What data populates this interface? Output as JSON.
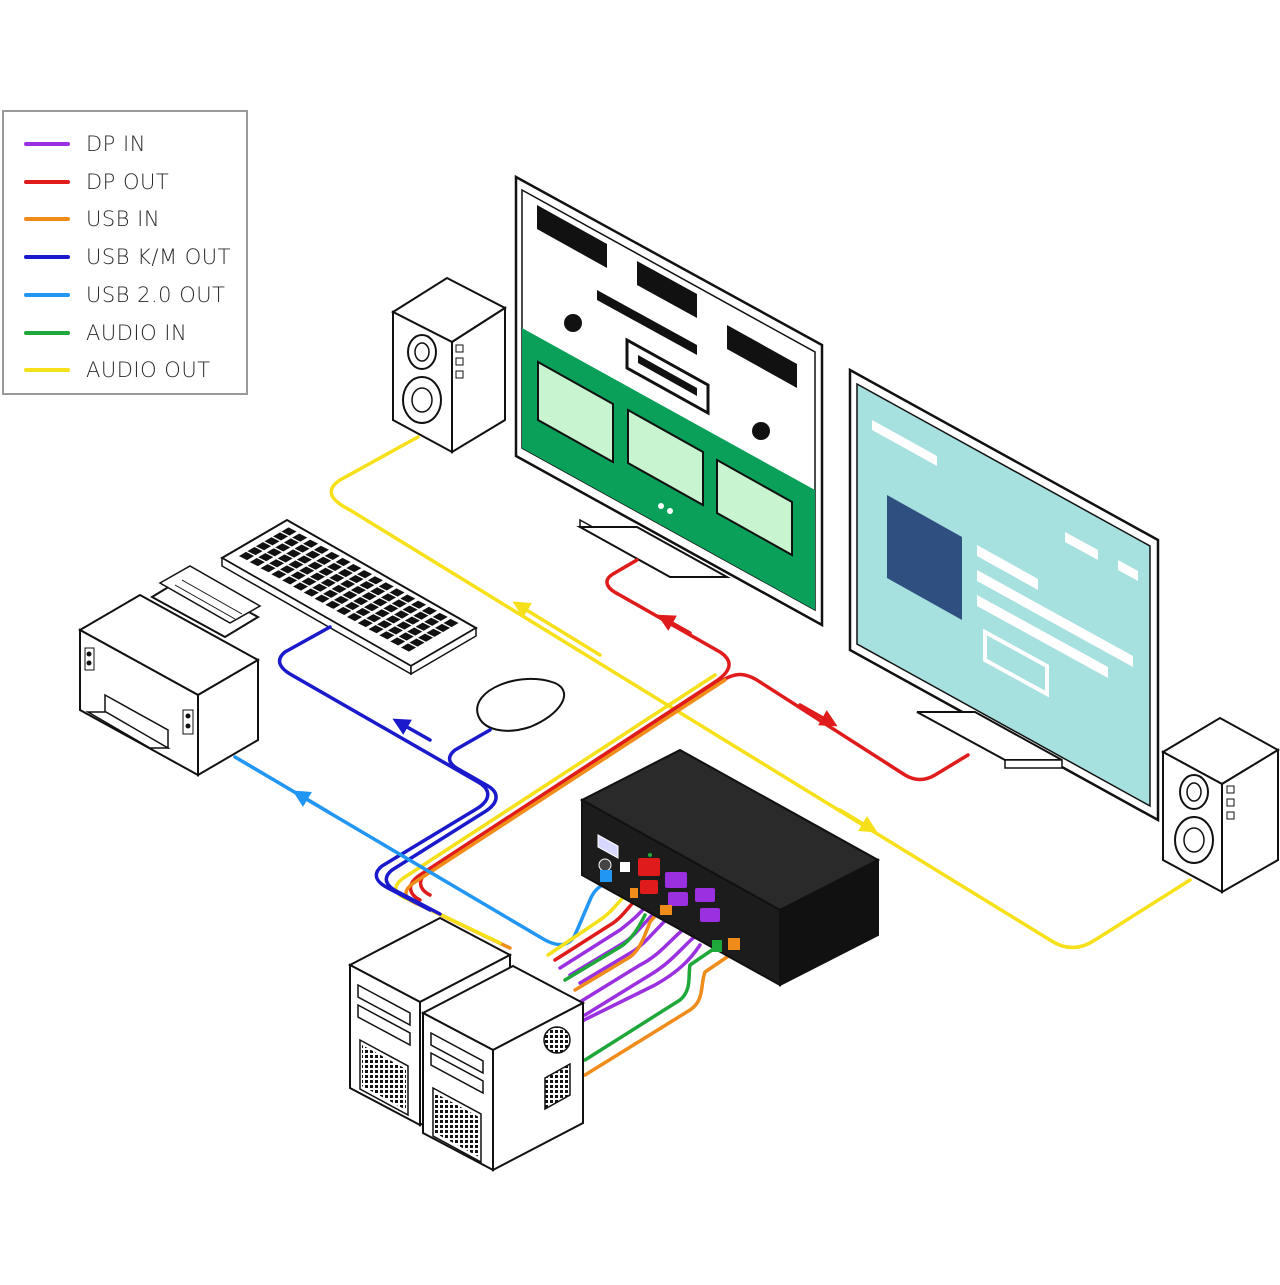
{
  "legend": {
    "items": [
      {
        "label": "DP IN",
        "color": "#9b30e0"
      },
      {
        "label": "DP OUT",
        "color": "#e01b1b"
      },
      {
        "label": "USB IN",
        "color": "#f08c1a"
      },
      {
        "label": "USB K/M OUT",
        "color": "#1a1acc"
      },
      {
        "label": "USB 2.0 OUT",
        "color": "#2196f3"
      },
      {
        "label": "AUDIO IN",
        "color": "#1fa83a"
      },
      {
        "label": "AUDIO OUT",
        "color": "#f5e01a"
      }
    ]
  },
  "colors": {
    "dp_in": "#9b30e0",
    "dp_out": "#e01b1b",
    "usb_in": "#f08c1a",
    "usb_km_out": "#1a1acc",
    "usb_20_out": "#2196f3",
    "audio_in": "#1fa83a",
    "audio_out": "#f5e01a",
    "kvm_body": "#1c1c1c",
    "screen_left_green": "#0aa05a",
    "screen_right_teal": "#a6e0df",
    "screen_right_block": "#2f4f80"
  },
  "devices": [
    "speaker-left",
    "monitor-left",
    "monitor-right",
    "speaker-right",
    "keyboard",
    "mouse",
    "printer",
    "kvm-switch",
    "computer-1",
    "computer-2"
  ]
}
